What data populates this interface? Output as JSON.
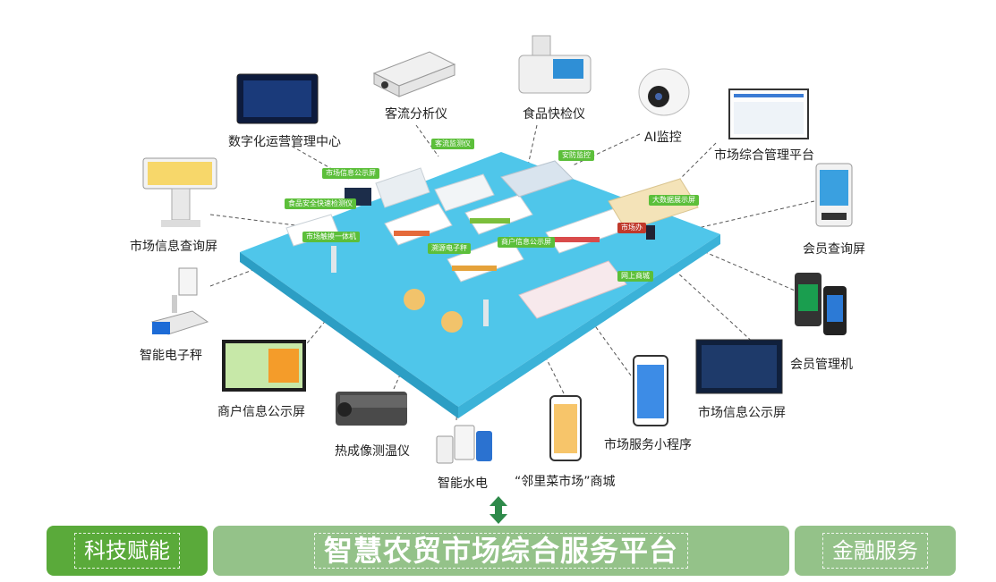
{
  "devices": {
    "digital_ops": "数字化运营管理中心",
    "footfall": "客流分析仪",
    "food_test": "食品快检仪",
    "ai_monitor": "AI监控",
    "mgmt_platform": "市场综合管理平台",
    "info_kiosk": "市场信息查询屏",
    "member_query": "会员查询屏",
    "smart_scale": "智能电子秤",
    "member_pos": "会员管理机",
    "merchant_screen": "商户信息公示屏",
    "market_screen": "市场信息公示屏",
    "thermal": "热成像测温仪",
    "mini_program": "市场服务小程序",
    "utilities": "智能水电",
    "mall": "“邻里菜市场”商城"
  },
  "map_tags": {
    "footfall_tag": "客流监测仪",
    "security_tag": "安防监控",
    "market_info_tag": "市场信息公示屏",
    "food_check_tag": "食品安全快速检测仪",
    "checkin_tag": "市场触摸一体机",
    "trace_scale_tag": "溯源电子秤",
    "merchant_tag": "商户信息公示屏",
    "bigdata_tag": "大数据展示屏",
    "office_tag": "市场办",
    "online_tag": "网上商城"
  },
  "bottom": {
    "left": "科技赋能",
    "center": "智慧农贸市场综合服务平台",
    "right": "金融服务"
  },
  "colors": {
    "floor": "#4fc6ea",
    "accent_green": "#5cbf3a",
    "bar_dark": "#5aaa3a",
    "bar_light": "#94c289"
  }
}
